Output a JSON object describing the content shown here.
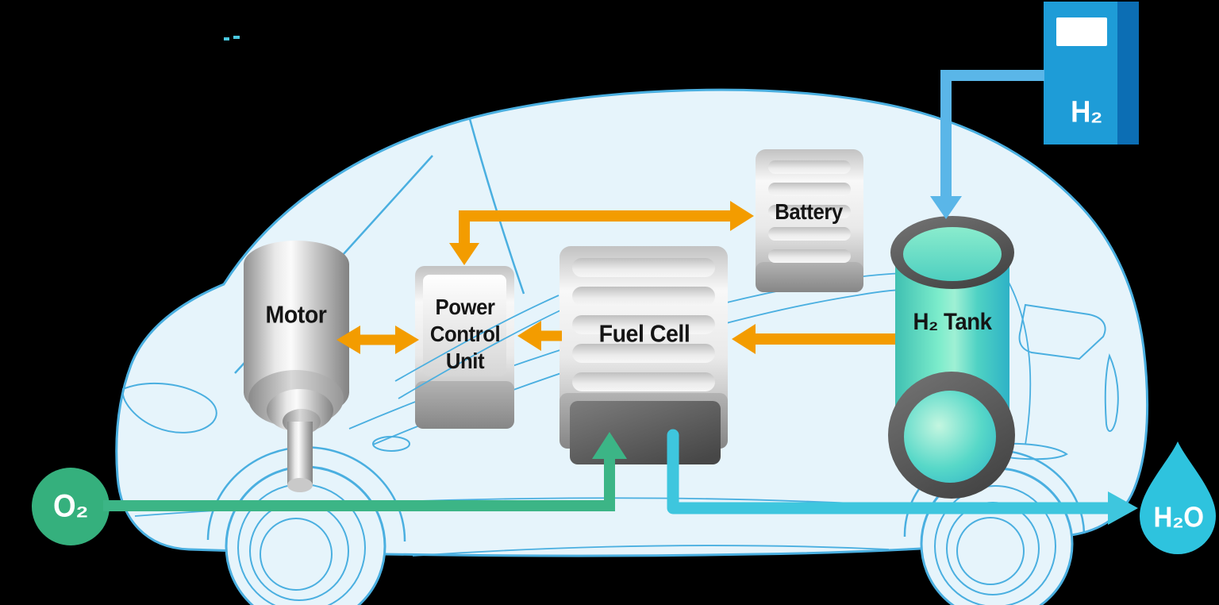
{
  "components": {
    "motor": {
      "label": "Motor"
    },
    "power_control_unit": {
      "label": "Power\nControl\nUnit"
    },
    "fuel_cell": {
      "label": "Fuel Cell"
    },
    "battery": {
      "label": "Battery"
    },
    "h2_tank": {
      "label": "H₂ Tank"
    },
    "h2_station": {
      "label": "H₂"
    },
    "oxygen_inlet": {
      "label": "O₂"
    },
    "water_outlet": {
      "label": "H₂O"
    }
  },
  "connections": [
    {
      "from": "h2_station",
      "to": "h2_tank",
      "color": "#5AB6E8"
    },
    {
      "from": "h2_tank",
      "to": "fuel_cell",
      "color": "#F39C00"
    },
    {
      "from": "fuel_cell",
      "to": "power_control_unit",
      "color": "#F39C00"
    },
    {
      "from": "power_control_unit",
      "to": "battery",
      "bidirectional": true,
      "color": "#F39C00"
    },
    {
      "from": "power_control_unit",
      "to": "motor",
      "bidirectional": true,
      "color": "#F39C00"
    },
    {
      "from": "oxygen_inlet",
      "to": "fuel_cell",
      "color": "#3CB586"
    },
    {
      "from": "fuel_cell",
      "to": "water_outlet",
      "color": "#3EC6DE"
    }
  ],
  "colors": {
    "background": "#000000",
    "car_fill": "#E6F4FB",
    "car_outline": "#4AAFE0",
    "orange_arrow": "#F39C00",
    "green_flow": "#3CB586",
    "oxygen_green": "#35B07D",
    "cyan_flow": "#3EC6DE",
    "water_cyan": "#2EC3DE",
    "hydrogen_arrow_blue": "#5AB6E8",
    "station_blue": "#1E9CD7",
    "station_blue_dark": "#0C6EB4",
    "tank_teal": "#5FD9C6",
    "metal_light": "#EDEDED",
    "metal_dark": "#5C5C5C"
  }
}
